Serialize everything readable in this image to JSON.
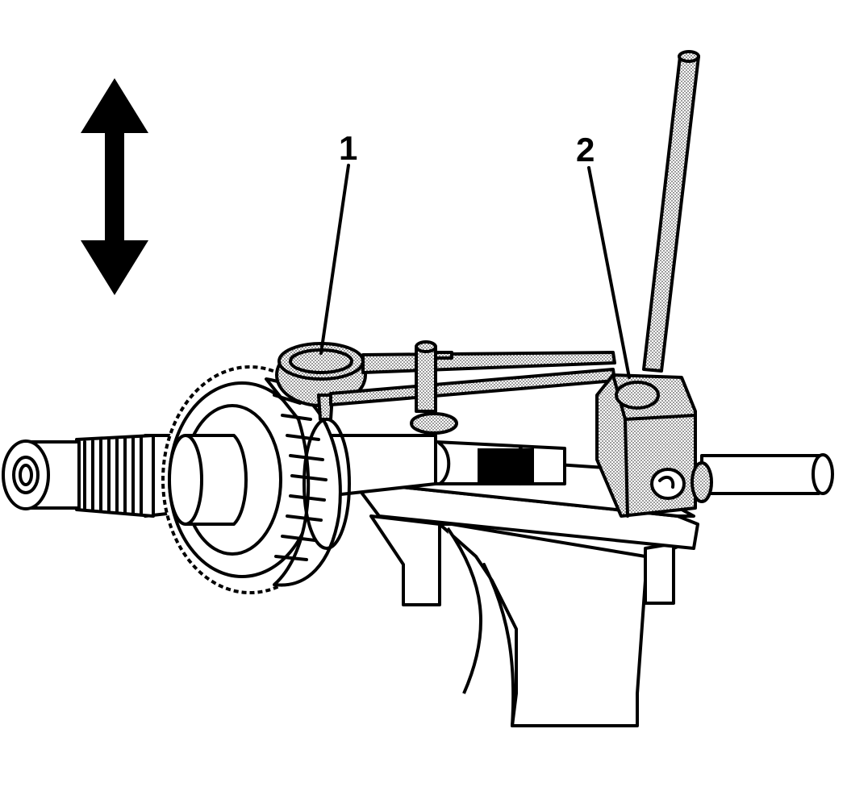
{
  "callouts": [
    {
      "id": "1",
      "label": "1"
    },
    {
      "id": "2",
      "label": "2"
    }
  ],
  "colors": {
    "line": "#000000",
    "background": "#ffffff",
    "stipple": "#9a9a9a"
  }
}
